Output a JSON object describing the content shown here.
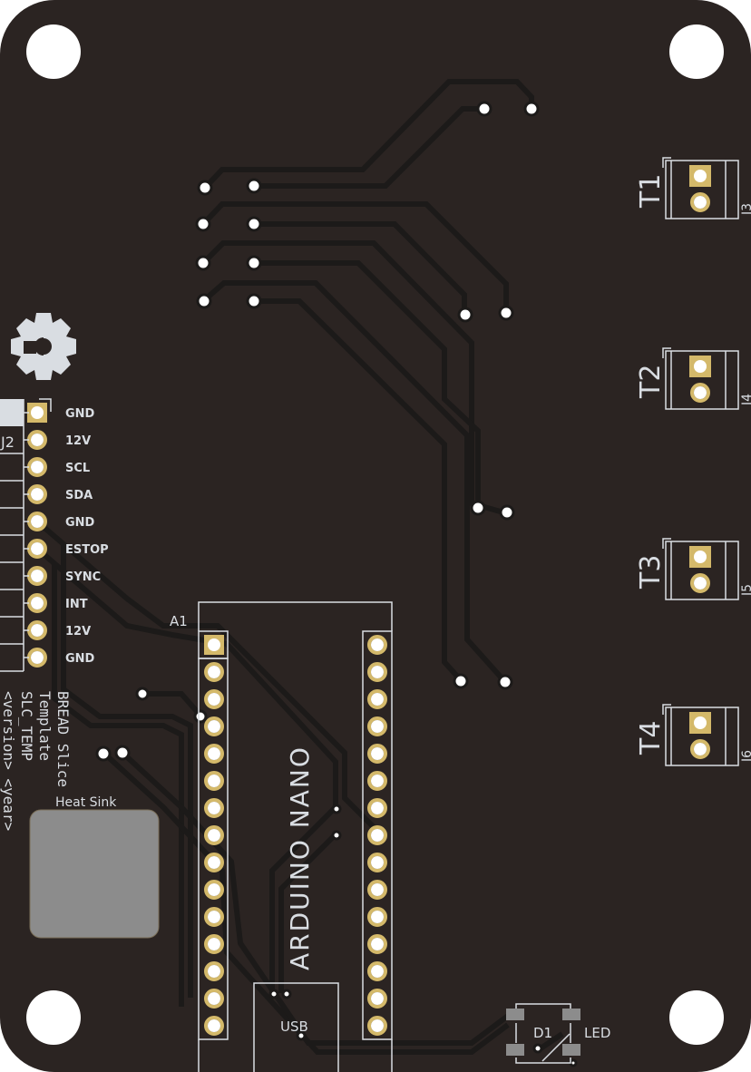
{
  "colors": {
    "board": "#2b2422",
    "trace": "#1c1a19",
    "silkscreen": "#d9dde2",
    "pad_gold": "#d4b96a",
    "drill": "#ffffff",
    "heatsink": "#8c8c8c",
    "smd_pad": "#8c8c8c"
  },
  "connector_j2": {
    "ref": "J2",
    "pins": [
      "GND",
      "12V",
      "SCL",
      "SDA",
      "GND",
      "ESTOP",
      "SYNC",
      "INT",
      "12V",
      "GND"
    ]
  },
  "terminals": [
    {
      "label": "T1",
      "ref": "J3"
    },
    {
      "label": "T2",
      "ref": "J4"
    },
    {
      "label": "T3",
      "ref": "J5"
    },
    {
      "label": "T4",
      "ref": "J6"
    }
  ],
  "arduino": {
    "ref": "A1",
    "label": "ARDUINO NANO",
    "usb_label": "USB",
    "pins_per_side": 15
  },
  "board_text": {
    "line1": "BREAD Slice",
    "line2": "Template",
    "line3": "SLC_TEMP",
    "line4": "<version> <year>"
  },
  "heatsink": {
    "label": "Heat Sink"
  },
  "led": {
    "ref": "D1",
    "label": "LED"
  },
  "logo": {
    "name": "open-hardware-gear"
  }
}
